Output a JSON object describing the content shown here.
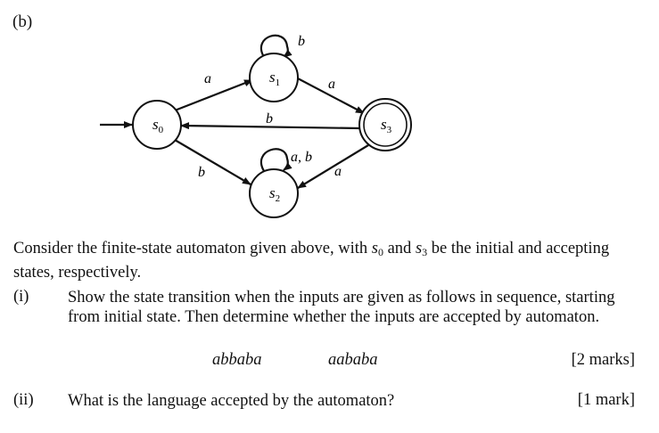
{
  "part_label": "(b)",
  "diagram": {
    "states": [
      {
        "id": "s0",
        "label_main": "s",
        "label_sub": "0"
      },
      {
        "id": "s1",
        "label_main": "s",
        "label_sub": "1"
      },
      {
        "id": "s2",
        "label_main": "s",
        "label_sub": "2"
      },
      {
        "id": "s3",
        "label_main": "s",
        "label_sub": "3"
      }
    ],
    "initial_state": "s0",
    "accepting_states": [
      "s3"
    ],
    "transitions": [
      {
        "from": "s0",
        "to": "s1",
        "label": "a"
      },
      {
        "from": "s1",
        "to": "s1",
        "label": "b"
      },
      {
        "from": "s1",
        "to": "s3",
        "label": "a"
      },
      {
        "from": "s3",
        "to": "s0",
        "label": "b"
      },
      {
        "from": "s0",
        "to": "s2",
        "label": "b"
      },
      {
        "from": "s2",
        "to": "s2",
        "label": "a, b"
      },
      {
        "from": "s3",
        "to": "s2",
        "label": "a"
      }
    ]
  },
  "intro": {
    "part1": "Consider the finite-state automaton given above, with ",
    "var1_main": "s",
    "var1_sub": "0",
    "part2": " and ",
    "var2_main": "s",
    "var2_sub": "3",
    "part3": " be the initial and accepting states, respectively."
  },
  "questions": [
    {
      "number": "(i)",
      "text": "Show the state transition when the inputs are given as follows in sequence, starting from initial state. Then determine whether the inputs are accepted by automaton.",
      "inputs": [
        "abbaba",
        "aababa"
      ],
      "marks": "[2 marks]"
    },
    {
      "number": "(ii)",
      "text": "What is the language accepted by the automaton?",
      "marks": "[1 mark]"
    }
  ]
}
